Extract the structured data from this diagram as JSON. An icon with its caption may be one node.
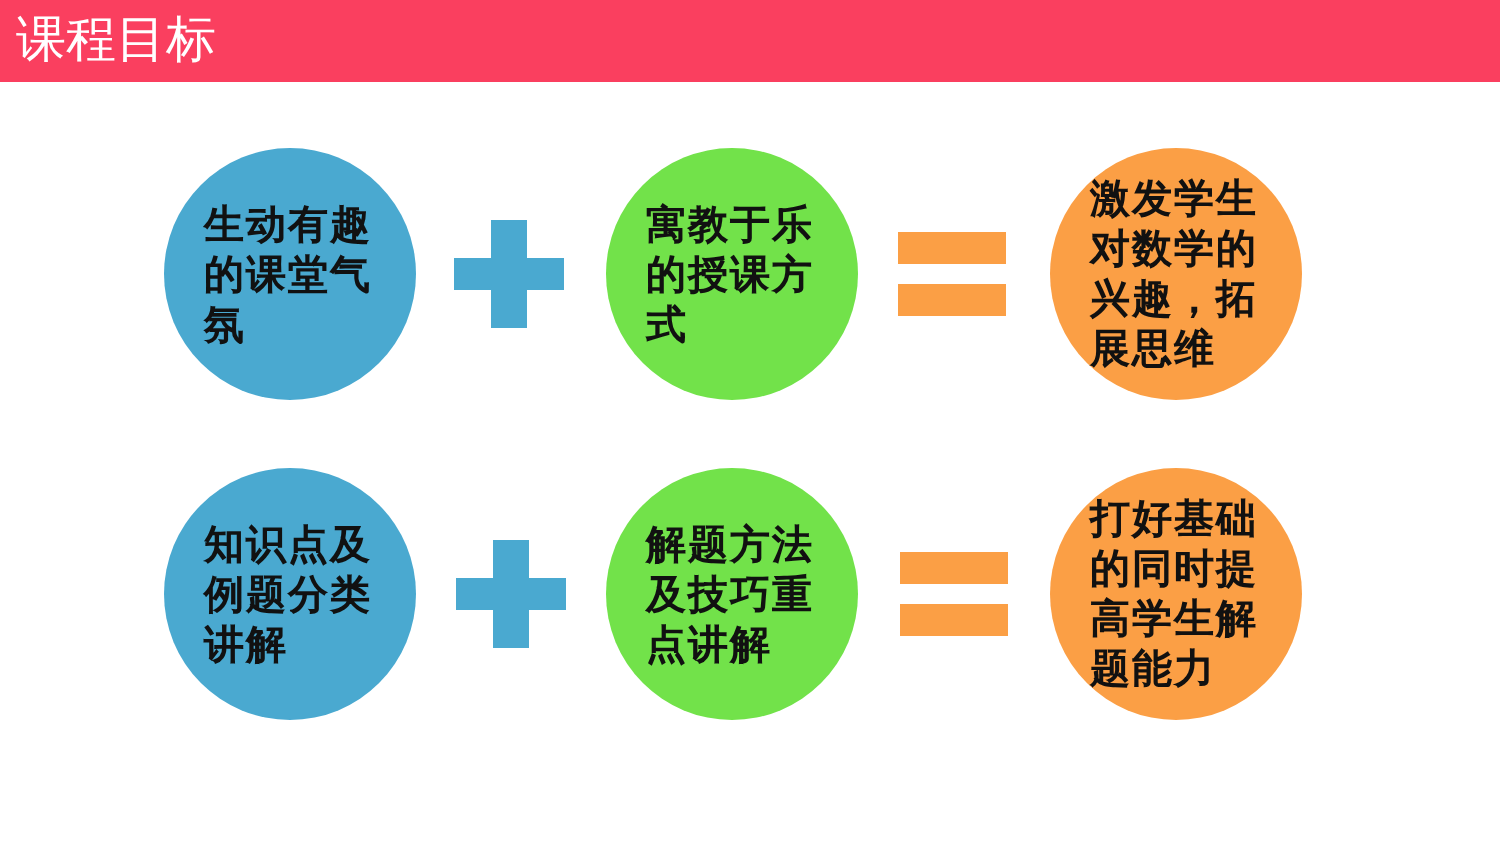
{
  "diagram": {
    "title": "课程目标",
    "nodes": [
      {
        "text": [
          "生动有趣的课堂气氛"
        ]
      },
      {
        "text": [
          "寓教于乐的授课方式"
        ]
      },
      {
        "text": [
          "激发学生对数学的兴趣，拓展思维"
        ]
      },
      {
        "text": [
          "知识点及例题分类讲解"
        ]
      },
      {
        "text": [
          "解题方法及技巧重点讲解"
        ]
      },
      {
        "text": [
          "打好基础的同时提高学生解题能力"
        ]
      }
    ]
  }
}
